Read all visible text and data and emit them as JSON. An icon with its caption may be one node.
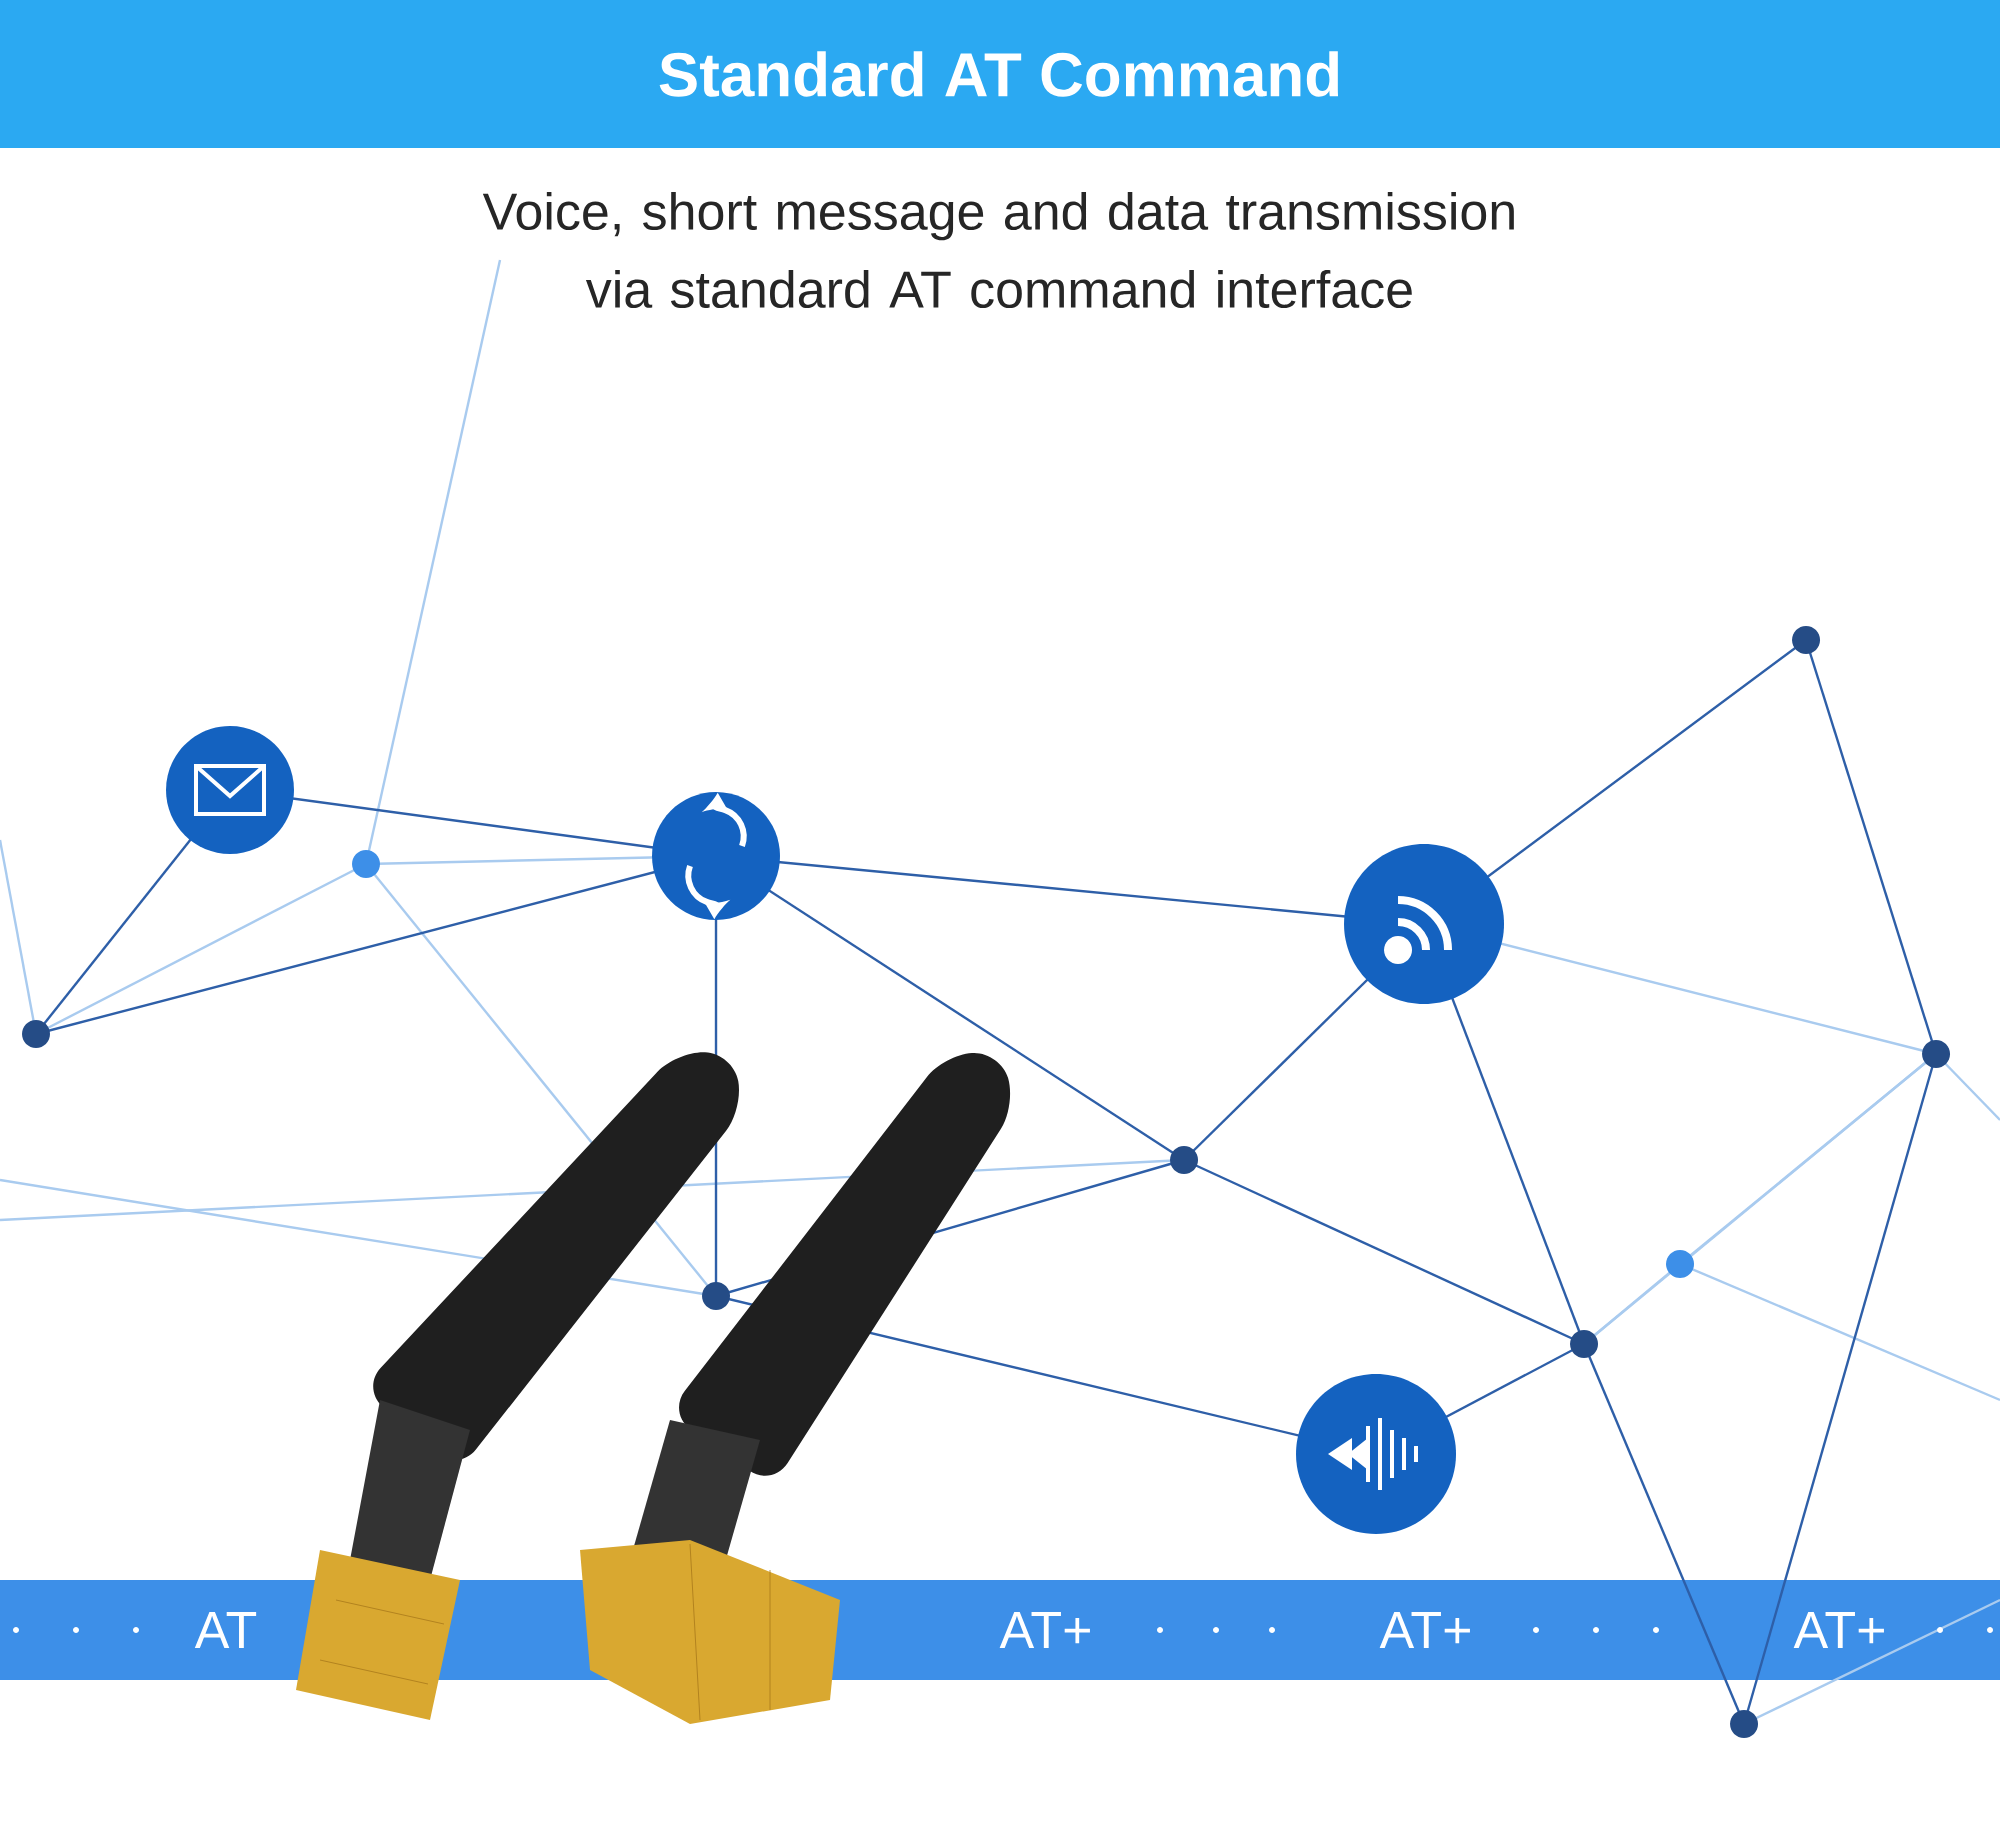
{
  "diagram": {
    "title": "Standard AT Command",
    "caption": "Voice, short message and data transmission via standard AT command interface",
    "labels": [
      "AT",
      "AT+",
      "AT+",
      "AT+"
    ]
  }
}
